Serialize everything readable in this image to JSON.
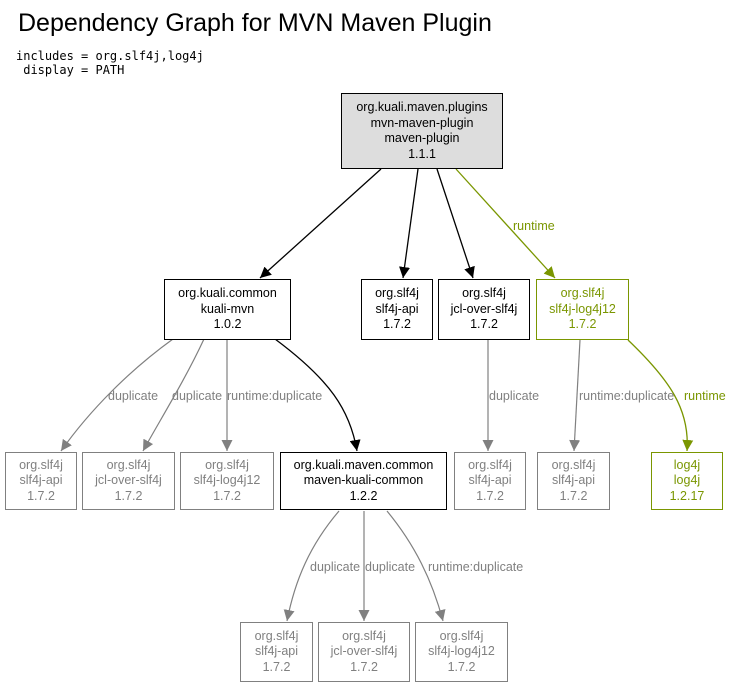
{
  "title": "Dependency Graph for MVN Maven Plugin",
  "params": {
    "includes": "includes = org.slf4j,log4j",
    "display": " display = PATH"
  },
  "colors": {
    "normal": "#000000",
    "duplicate": "#808080",
    "runtime": "#7a9600",
    "root_fill": "#dddddd"
  },
  "nodes": {
    "root": {
      "group": "org.kuali.maven.plugins",
      "artifact": "mvn-maven-plugin",
      "packaging": "maven-plugin",
      "version": "1.1.1"
    },
    "kuali_mvn": {
      "group": "org.kuali.common",
      "artifact": "kuali-mvn",
      "version": "1.0.2"
    },
    "slf4j_api": {
      "group": "org.slf4j",
      "artifact": "slf4j-api",
      "version": "1.7.2"
    },
    "jcl_over": {
      "group": "org.slf4j",
      "artifact": "jcl-over-slf4j",
      "version": "1.7.2"
    },
    "slf4j_log4j": {
      "group": "org.slf4j",
      "artifact": "slf4j-log4j12",
      "version": "1.7.2"
    },
    "dup_api_1": {
      "group": "org.slf4j",
      "artifact": "slf4j-api",
      "version": "1.7.2"
    },
    "dup_jcl_1": {
      "group": "org.slf4j",
      "artifact": "jcl-over-slf4j",
      "version": "1.7.2"
    },
    "dup_log4j_1": {
      "group": "org.slf4j",
      "artifact": "slf4j-log4j12",
      "version": "1.7.2"
    },
    "kuali_common": {
      "group": "org.kuali.maven.common",
      "artifact": "maven-kuali-common",
      "version": "1.2.2"
    },
    "dup_api_2": {
      "group": "org.slf4j",
      "artifact": "slf4j-api",
      "version": "1.7.2"
    },
    "dup_api_3": {
      "group": "org.slf4j",
      "artifact": "slf4j-api",
      "version": "1.7.2"
    },
    "log4j": {
      "group": "log4j",
      "artifact": "log4j",
      "version": "1.2.17"
    },
    "dup_api_4": {
      "group": "org.slf4j",
      "artifact": "slf4j-api",
      "version": "1.7.2"
    },
    "dup_jcl_4": {
      "group": "org.slf4j",
      "artifact": "jcl-over-slf4j",
      "version": "1.7.2"
    },
    "dup_log4j_4": {
      "group": "org.slf4j",
      "artifact": "slf4j-log4j12",
      "version": "1.7.2"
    }
  },
  "edge_labels": {
    "runtime_root": "runtime",
    "dup_a": "duplicate",
    "dup_b": "duplicate",
    "rtdup_c": "runtime:duplicate",
    "dup_d": "duplicate",
    "rtdup_e": "runtime:duplicate",
    "runtime_f": "runtime",
    "dup_g": "duplicate",
    "dup_h": "duplicate",
    "rtdup_i": "runtime:duplicate"
  }
}
